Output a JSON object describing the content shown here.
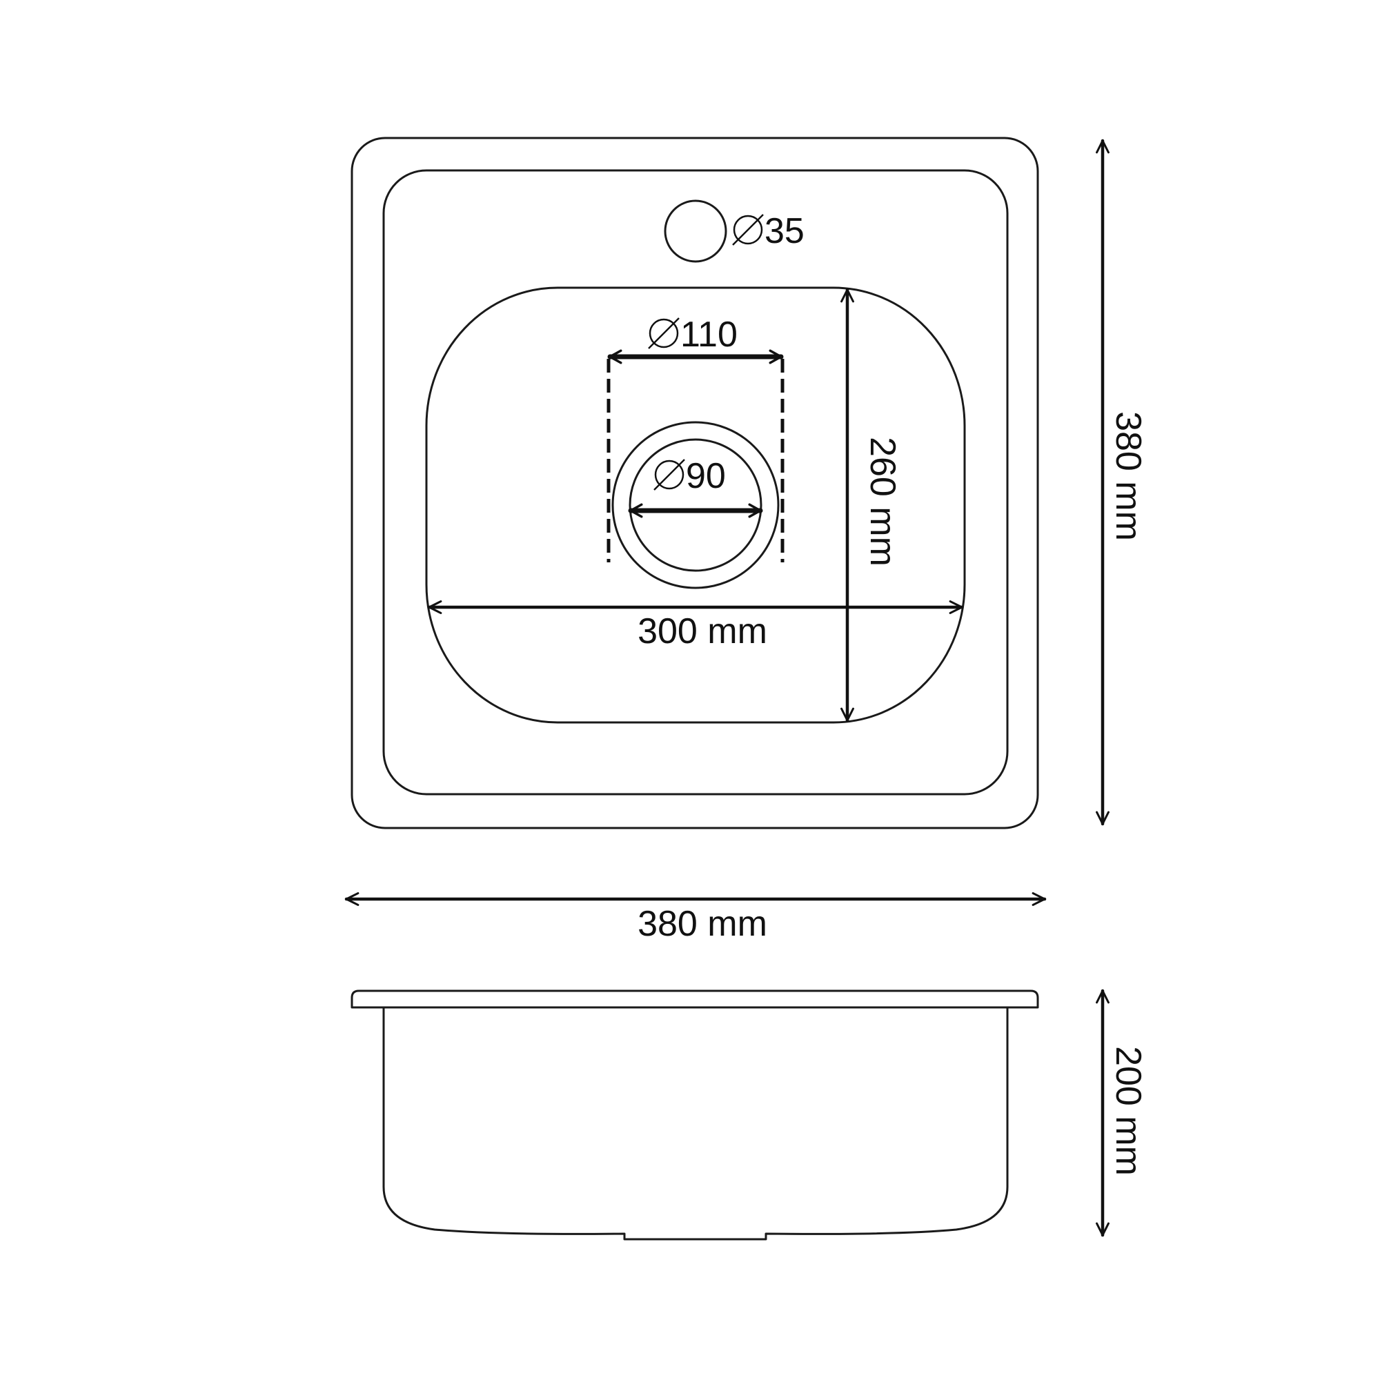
{
  "labels": {
    "faucet_hole": "35",
    "drain_outer": "110",
    "drain_inner": "90",
    "bowl_length": "260 mm",
    "bowl_width": "300 mm",
    "sink_height": "380 mm",
    "sink_width": "380 mm",
    "sink_depth": "200 mm"
  },
  "colors": {
    "line": "#1a1a1a",
    "background": "#ffffff"
  }
}
